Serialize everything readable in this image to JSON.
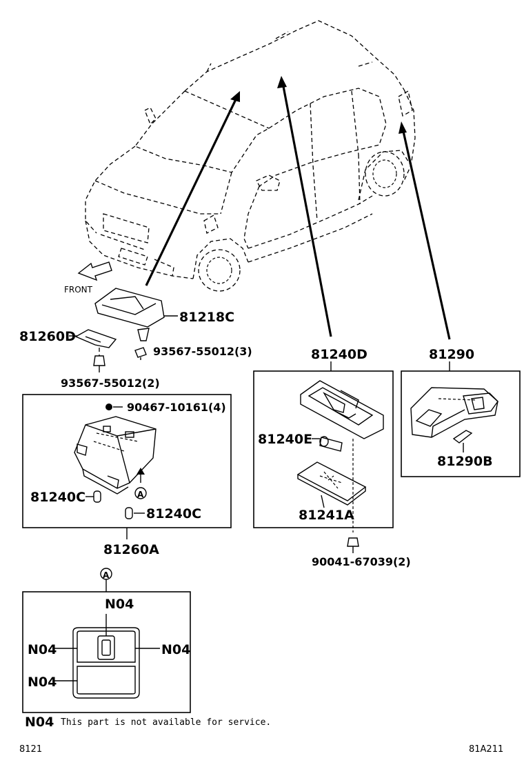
{
  "labels": {
    "front": "FRONT",
    "p81218C": "81218C",
    "p81260D": "81260D",
    "p93567_3": "93567-55012(3)",
    "p93567_2": "93567-55012(2)",
    "p90467": "90467-10161(4)",
    "p81240C_left": "81240C",
    "p81240C_right": "81240C",
    "p81260A": "81260A",
    "p81240D": "81240D",
    "p81240E": "81240E",
    "p81241A": "81241A",
    "p90041": "90041-67039(2)",
    "p81290": "81290",
    "p81290B": "81290B",
    "ref_a_top": "A",
    "ref_a_bottom": "A",
    "n04_top": "N04",
    "n04_left": "N04",
    "n04_right": "N04",
    "n04_lower": "N04",
    "legend_code": "N04",
    "legend_text": "This part is not available for service.",
    "footer_left": "8121",
    "footer_right": "81A211"
  }
}
